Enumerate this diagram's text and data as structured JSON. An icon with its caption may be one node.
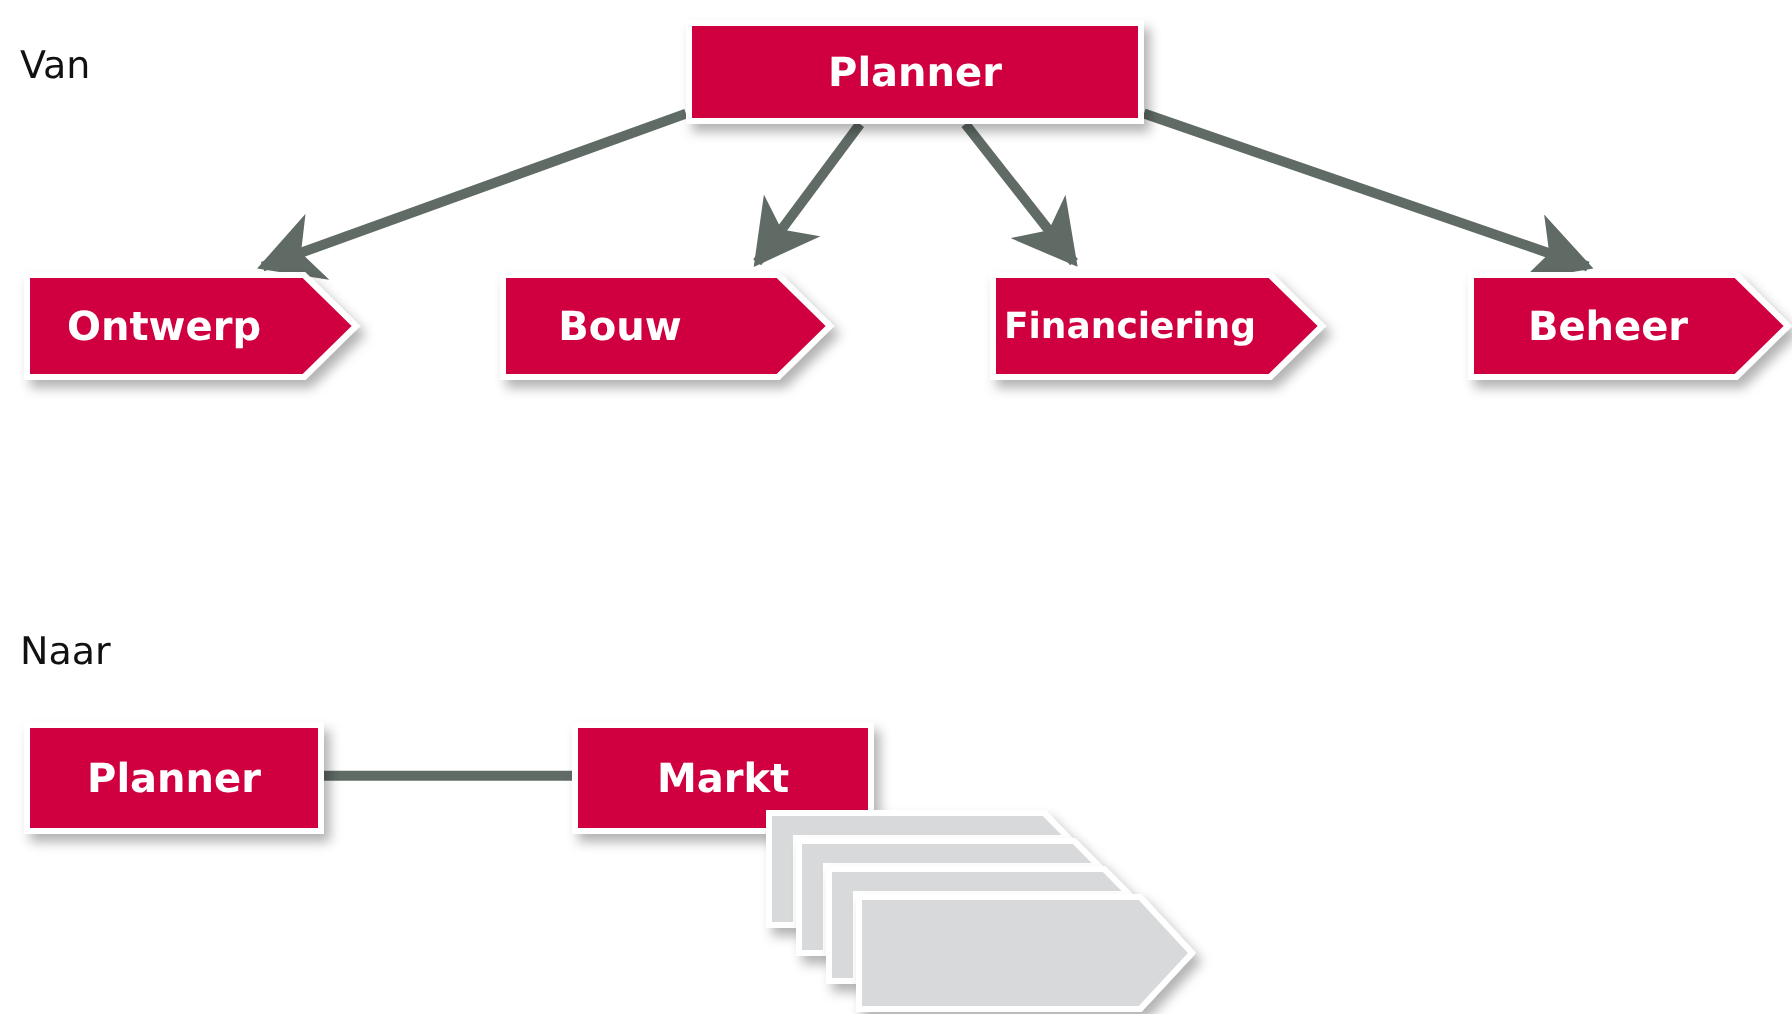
{
  "diagram": {
    "nodes": [
      {
        "text": [
          "Planner"
        ]
      },
      {
        "text": [
          "Ontwerp"
        ]
      },
      {
        "text": [
          "Bouw"
        ]
      },
      {
        "text": [
          "Financiering"
        ]
      },
      {
        "text": [
          "Beheer"
        ]
      },
      {
        "text": [
          "Planner"
        ]
      },
      {
        "text": [
          "Markt"
        ]
      },
      {
        "text": [],
        "shape": "pentagon"
      },
      {
        "text": [],
        "shape": "pentagon"
      },
      {
        "text": [],
        "shape": "pentagon"
      },
      {
        "text": [],
        "shape": "pentagon"
      }
    ],
    "edges": [
      {
        "from": 0,
        "to": 1,
        "arrow": "to"
      },
      {
        "from": 0,
        "to": 2,
        "arrow": "to"
      },
      {
        "from": 0,
        "to": 3,
        "arrow": "to"
      },
      {
        "from": 0,
        "to": 4,
        "arrow": "to"
      },
      {
        "from": 5,
        "to": 6,
        "arrow": "none"
      }
    ],
    "labels": [
      "Van",
      "Naar"
    ]
  }
}
